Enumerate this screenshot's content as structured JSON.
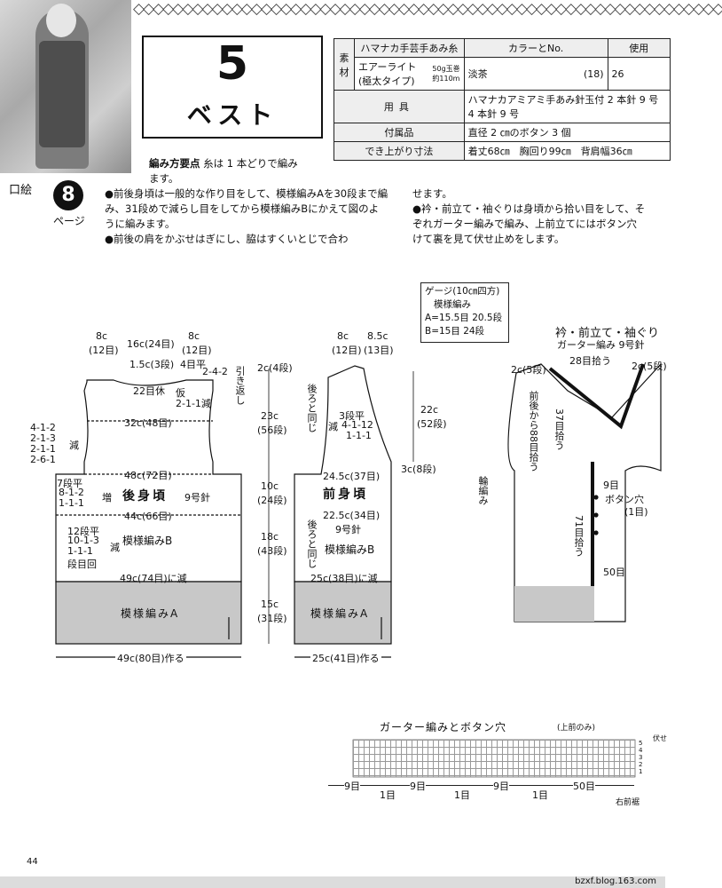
{
  "pattern": {
    "number": "5",
    "name": "ベスト",
    "kuchie_label": "口絵",
    "kuchie_number": "8",
    "page_label": "ページ"
  },
  "spec_table": {
    "header_material": "素材",
    "header_thread": "ハマナカ手芸手あみ糸",
    "header_color": "カラーとNo.",
    "header_usage": "使用",
    "yarn_name": "エアーライト",
    "yarn_type": "(極太タイプ)",
    "yarn_weight": "50g玉巻\n約110m",
    "color_name": "淡茶",
    "color_no": "(18)",
    "usage": "26",
    "tools_label": "用具",
    "tools_value_1": "ハマナカアミアミ手あみ針玉付 2 本針 9 号",
    "tools_value_2": "4 本針 9 号",
    "accessories_label": "付属品",
    "accessories_value": "直径 2 ㎝のボタン 3 個",
    "finished_label": "でき上がり寸法",
    "finished_value": "着丈68㎝　胸回り99㎝　背肩幅36㎝"
  },
  "instructions": {
    "heading": "編み方要点",
    "line_1": "糸は 1 本どりで編み",
    "line_2": "ます。",
    "para_1": "●前後身頃は一般的な作り目をして、模様編みAを30段まで編み、31段めで減らし目をしてから模様編みBにかえて図のように編みます。",
    "para_2": "●前後の肩をかぶせはぎにし、脇はすくいとじで合わ",
    "para_3": "せます。",
    "para_4": "●衿・前立て・袖ぐりは身頃から拾い目をして、そ",
    "para_5": "ぞれガーター編みで編み、上前立てにはボタン穴",
    "para_6": "けて裏を見て伏せ止めをします。"
  },
  "gauge": {
    "title": "ゲージ(10㎝四方)",
    "pattern": "模様編み",
    "a": "A=15.5目 20.5段",
    "b": "B=15目 24段"
  },
  "back_body": {
    "label": "後身頃",
    "needle": "9号針",
    "top_left": "8c",
    "top_left_sts": "(12目)",
    "neck": "16c(24目)",
    "top_right": "8c",
    "top_right_sts": "(12目)",
    "shoulder_rows": "1.5c(3段)",
    "neck_flat": "4目平",
    "neck_dec": "2-4-2",
    "neck_flat_sts": "22目休",
    "neck_short": "2-1-1減",
    "fake": "仮",
    "hikikaeshi": "引き返し",
    "width_32": "32c(48目)",
    "armhole_1": "4-1-2",
    "armhole_2": "2-1-3",
    "armhole_3": "2-1-1",
    "armhole_4": "2-6-1",
    "armhole_dec": "減",
    "width_48": "48c(72目)",
    "inc_rows": "7段平",
    "inc_1": "8-1-2",
    "inc_2": "1-1-1",
    "inc_label": "増",
    "width_44": "44c(66目)",
    "dec_rows": "12段平",
    "dec_1": "10-1-3",
    "dec_2": "1-1-1",
    "dec_label": "減",
    "dec_note": "段目回",
    "pattern_b": "模様編みB",
    "width_49_dec": "49c(74目)に減",
    "pattern_a": "模様編みA",
    "cast_on": "49c(80目)作る"
  },
  "front_body": {
    "label": "前身頃",
    "needle": "9号針",
    "top_left": "8c",
    "top_left_sts": "(12目)",
    "top_right": "8.5c",
    "top_right_sts": "(13目)",
    "side_left_1": "2c(4段)",
    "height_23": "23c",
    "height_23_rows": "(56段)",
    "height_10": "10c",
    "height_10_rows": "(24段)",
    "height_18": "18c",
    "height_18_rows": "(43段)",
    "height_15": "15c",
    "height_15_rows": "(31段)",
    "back_same_1": "後ろと同じ",
    "back_same_2": "後ろと同じ",
    "dec_rows": "3段平",
    "dec_1": "4-1-12",
    "dec_2": "1-1-1",
    "dec_label": "減",
    "height_22": "22c",
    "height_22_rows": "(52段)",
    "side_right": "3c(8段)",
    "width_24_5": "24.5c(37目)",
    "width_22_5": "22.5c(34目)",
    "pattern_b": "模様編みB",
    "width_25_38": "25c(38目)に減",
    "pattern_a": "模様編みA",
    "cast_on": "25c(41目)作る"
  },
  "collar": {
    "title": "衿・前立て・袖ぐり",
    "technique": "ガーター編み 9号針",
    "top_pick": "28目拾う",
    "left_rows": "2c(5段)",
    "right_rows": "2c(5段)",
    "front_pick": "前後から88目拾う",
    "pick_37": "37目拾う",
    "armhole": "輪編み",
    "button_9": "9目",
    "button_hole": "ボタン穴",
    "button_hole_sts": "(1目)",
    "pick_71": "71目拾う",
    "sts_50": "50目"
  },
  "chart": {
    "title": "ガーター編みとボタン穴",
    "note": "(上前のみ)",
    "seg_9a": "9目",
    "seg_1a": "1目",
    "seg_9b": "9目",
    "seg_1b": "1目",
    "seg_9c": "9目",
    "seg_1c": "1目",
    "seg_50": "50目",
    "bottom_right": "右前裾",
    "bind_off": "伏せ",
    "row_5": "5",
    "row_4": "4",
    "row_3": "3",
    "row_2": "2",
    "row_1": "1"
  },
  "footer": {
    "page_number": "44",
    "url": "bzxf.blog.163.com"
  }
}
